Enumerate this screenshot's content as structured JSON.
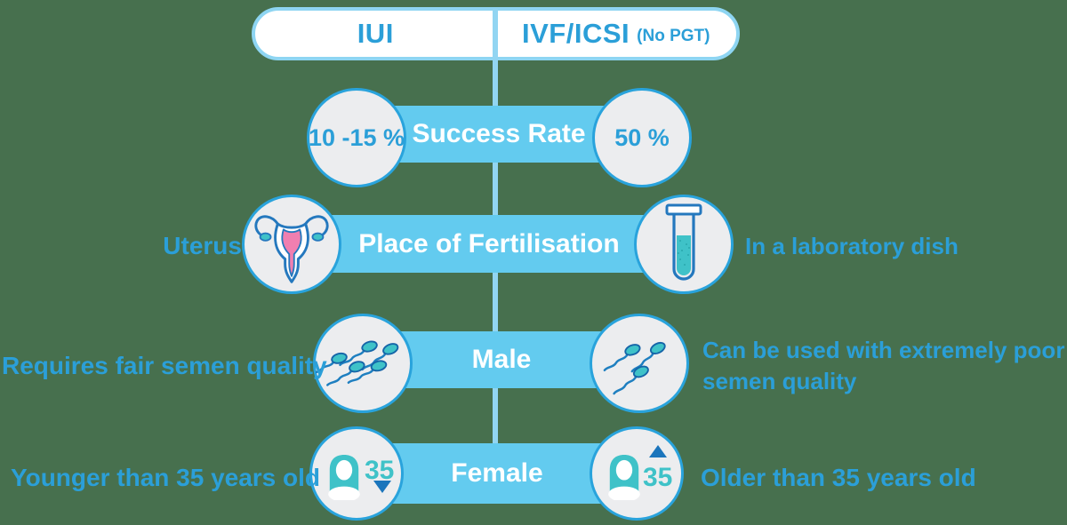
{
  "colors": {
    "background_green": "#47704E",
    "bar_blue": "#63CBEF",
    "connector_blue": "#92D5F2",
    "pill_border_blue": "#8ED5F2",
    "text_blue": "#2B9FD8",
    "circle_fill_gray": "#ECEDEF",
    "circle_border_blue": "#29A3DC",
    "teal_accent": "#3FC2C8",
    "dark_blue_triangle": "#1B75BC",
    "uterus_pink": "#F07FB0",
    "label_white": "#FFFFFF"
  },
  "header": {
    "left_label": "IUI",
    "right_label": "IVF/ICSI",
    "right_note": "(No PGT)"
  },
  "rows": {
    "success": {
      "label": "Success Rate",
      "left_value": "10 -15 %",
      "right_value": "50 %"
    },
    "place": {
      "label": "Place of Fertilisation",
      "left_text": "Uterus",
      "right_text": "In a laboratory dish",
      "left_icon": "uterus-icon",
      "right_icon": "test-tube-icon"
    },
    "male": {
      "label": "Male",
      "left_text": "Requires fair semen quality",
      "right_text": "Can be used with extremely poor semen quality",
      "left_icon": "sperm-group-icon",
      "right_icon": "sperm-group-icon"
    },
    "female": {
      "label": "Female",
      "left_text": "Younger than 35 years old",
      "right_text": "Older than 35 years old",
      "left_age": "35",
      "right_age": "35",
      "left_trend": "down",
      "right_trend": "up",
      "icon": "woman-icon"
    }
  }
}
